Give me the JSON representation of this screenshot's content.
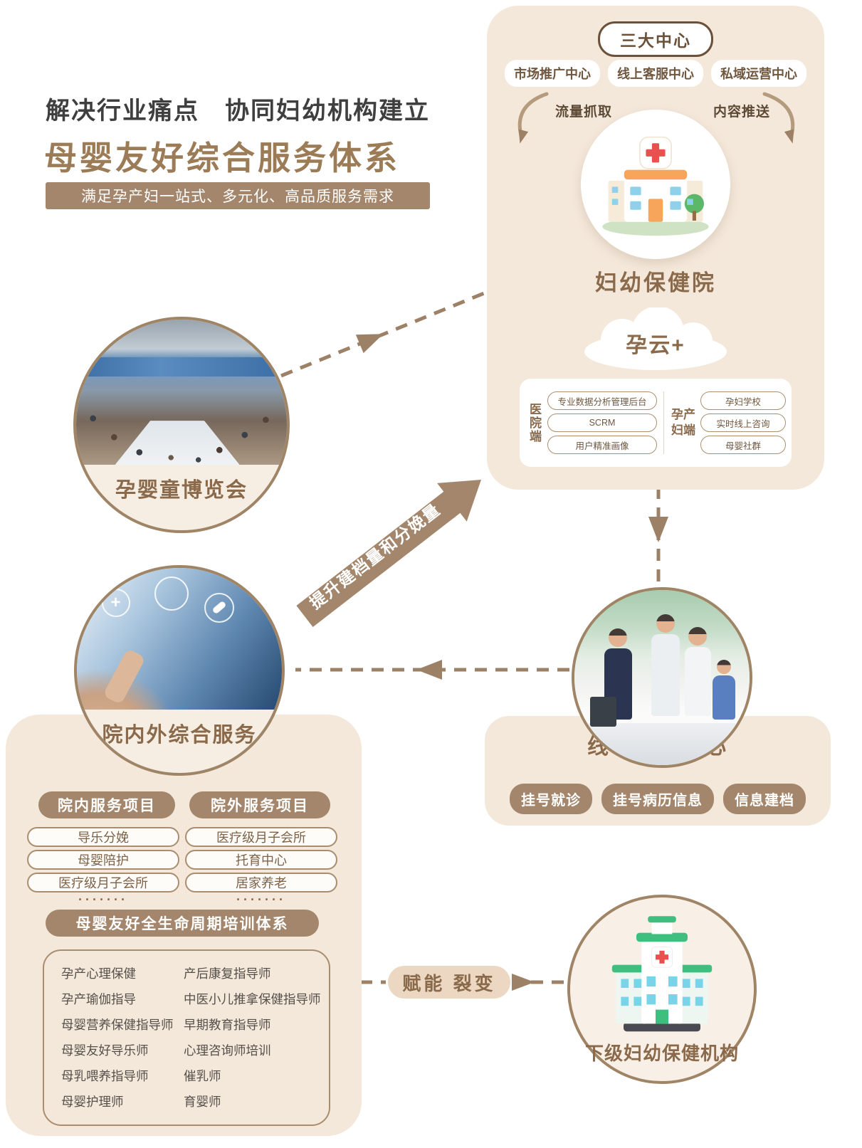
{
  "header": {
    "line1": "解决行业痛点　协同妇幼机构建立",
    "line2": "母婴友好综合服务体系",
    "banner": "满足孕产妇一站式、多元化、高品质服务需求"
  },
  "top_panel": {
    "badge": "三大中心",
    "centers": [
      "市场推广中心",
      "线上客服中心",
      "私域运营中心"
    ],
    "flow_left": "流量抓取",
    "flow_right": "内容推送",
    "hospital_label": "妇幼保健院",
    "cloud": "孕云+",
    "hospital_side": {
      "label": "医院端",
      "items": [
        "专业数据分析管理后台",
        "SCRM",
        "用户精准画像"
      ]
    },
    "maternal_side": {
      "label": "孕产妇端",
      "items": [
        "孕妇学校",
        "实时线上咨询",
        "母婴社群"
      ]
    }
  },
  "expo": {
    "label": "孕婴童博览会"
  },
  "big_arrow": {
    "label": "提升建档量和分娩量"
  },
  "offline_center": {
    "label": "线下客服中心",
    "pills": [
      "挂号就诊",
      "挂号病历信息",
      "信息建档"
    ]
  },
  "services": {
    "circle_label": "院内外综合服务",
    "in_title": "院内服务项目",
    "out_title": "院外服务项目",
    "in_items": [
      "导乐分娩",
      "母婴陪护",
      "医疗级月子会所"
    ],
    "out_items": [
      "医疗级月子会所",
      "托育中心",
      "居家养老"
    ],
    "dots": "·······",
    "training_title": "母婴友好全生命周期培训体系",
    "training_left": [
      "孕产心理保健",
      "孕产瑜伽指导",
      "母婴营养保健指导师",
      "母婴友好导乐师",
      "母乳喂养指导师",
      "母婴护理师"
    ],
    "training_right": [
      "产后康复指导师",
      "中医小儿推拿保健指导师",
      "早期教育指导师",
      "心理咨询师培训",
      "催乳师",
      "育婴师"
    ]
  },
  "empower": {
    "label": "赋能 裂变"
  },
  "sub_org": {
    "label": "下级妇幼保健机构"
  },
  "colors": {
    "panel_bg": "#f4e8db",
    "brand_brown": "#a3866b",
    "text_brown": "#8a6a4b",
    "title_brown": "#9c7c57",
    "title_dark": "#3f3f3f"
  }
}
